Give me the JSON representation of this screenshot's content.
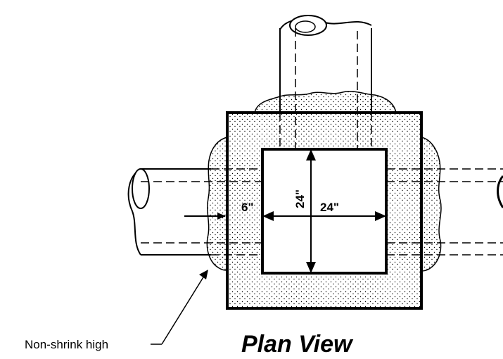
{
  "diagram": {
    "title": "Plan View",
    "callout": "Non-shrink high",
    "dimensions": {
      "wall_thickness": "6\"",
      "opening_height": "24\"",
      "opening_width": "24\""
    },
    "colors": {
      "line": "#000000",
      "concrete_fill": "#e8e8e8",
      "grout_fill": "#dedede",
      "background": "#ffffff"
    }
  }
}
